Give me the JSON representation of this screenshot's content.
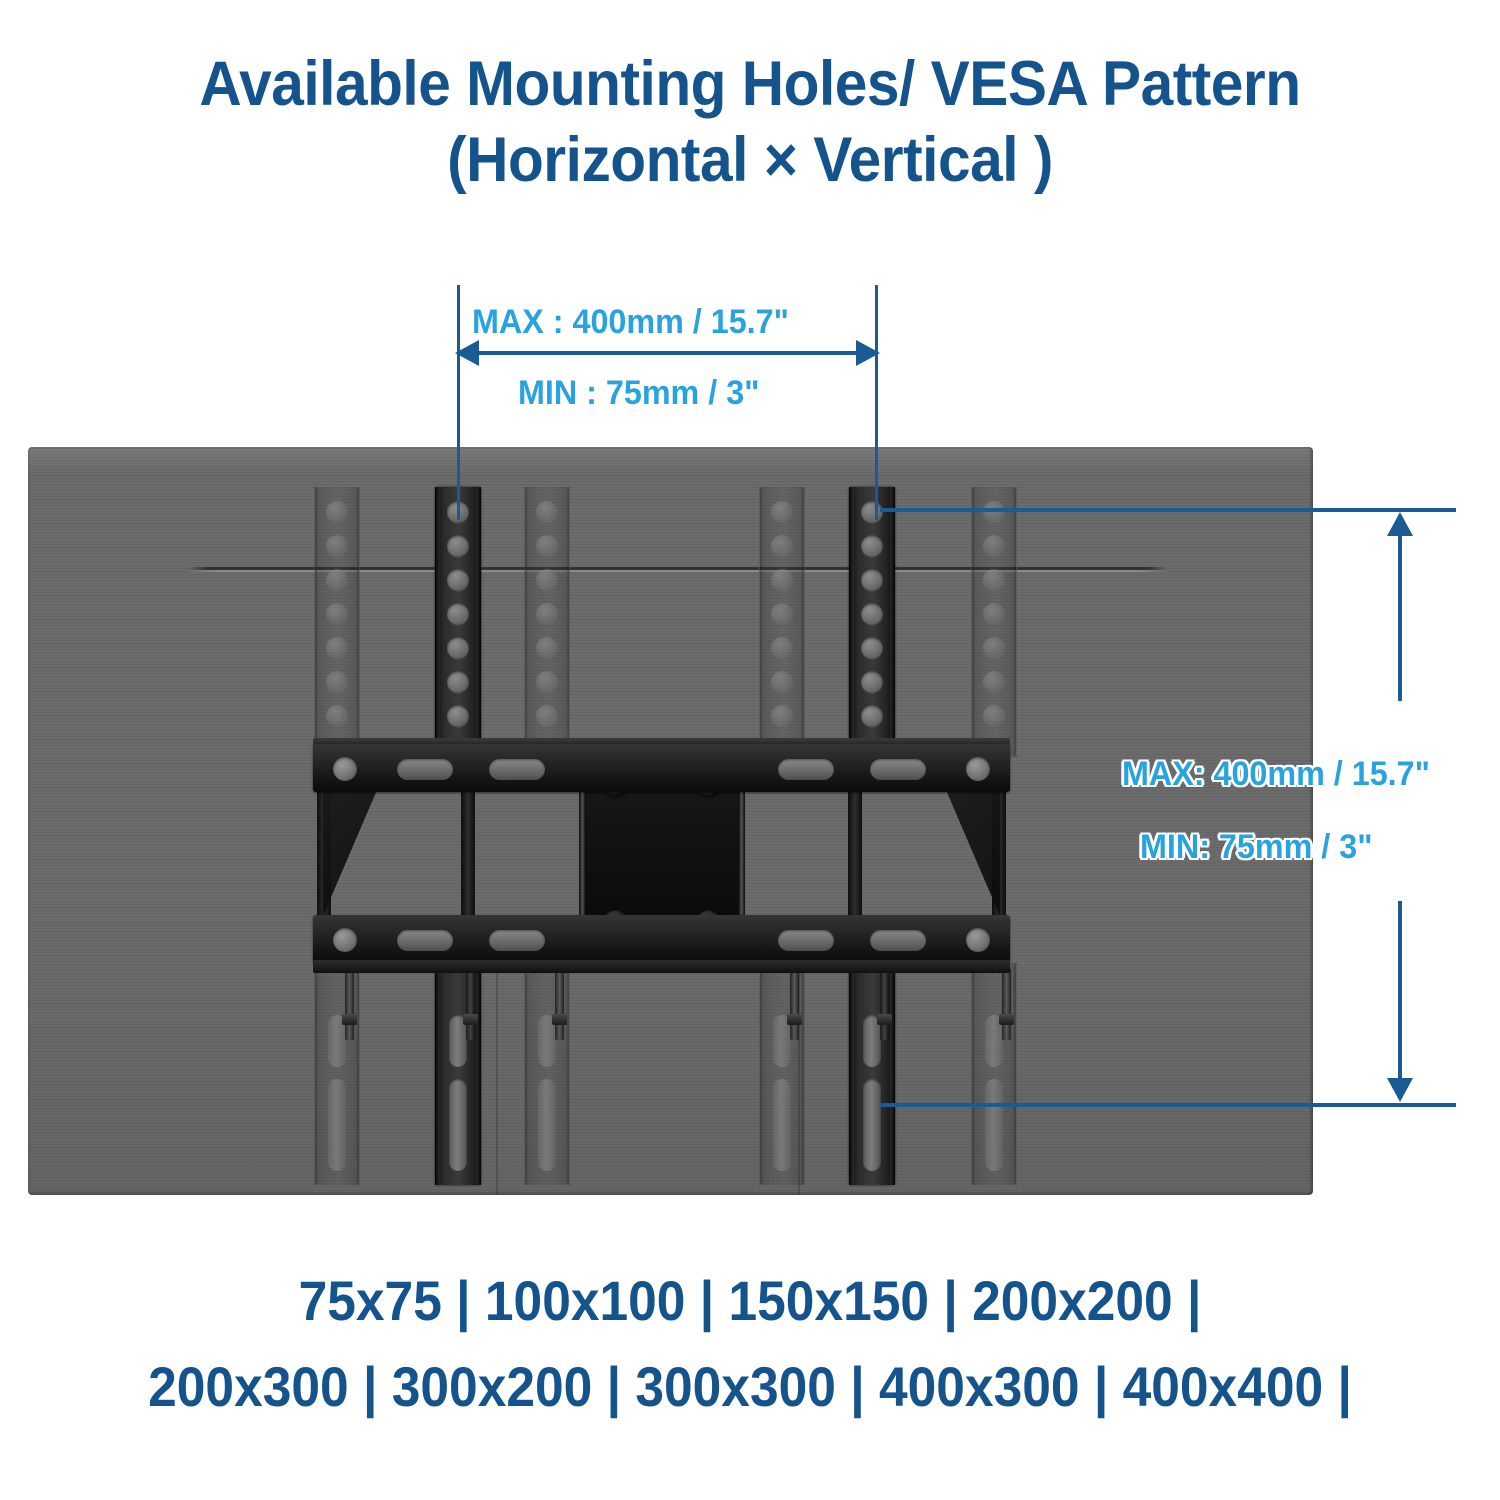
{
  "title": {
    "line1": "Available Mounting Holes/ VESA Pattern",
    "line2": "(Horizontal × Vertical )"
  },
  "colors": {
    "title_blue": "#15538c",
    "label_blue": "#29a3e0",
    "dimension_line": "#1a5b96",
    "panel_gray": "#666666",
    "bracket_black": "#141414"
  },
  "horizontal_dimension": {
    "max_label": "MAX : 400mm / 15.7\"",
    "min_label": "MIN : 75mm / 3\""
  },
  "vertical_dimension": {
    "max_label": "MAX: 400mm / 15.7\"",
    "min_label": "MIN: 75mm / 3\""
  },
  "vesa_patterns": {
    "row1": "75x75 | 100x100 | 150x150 | 200x200 |",
    "row2": "200x300 | 300x200 | 300x300 | 400x300 | 400x400 |"
  },
  "product": {
    "panel_name": "tv-back-panel",
    "rails": [
      {
        "id": "rail-1",
        "state": "ghost"
      },
      {
        "id": "rail-2",
        "state": "dark"
      },
      {
        "id": "rail-3",
        "state": "ghost"
      },
      {
        "id": "rail-4",
        "state": "ghost"
      },
      {
        "id": "rail-5",
        "state": "dark"
      },
      {
        "id": "rail-6",
        "state": "ghost"
      }
    ]
  }
}
